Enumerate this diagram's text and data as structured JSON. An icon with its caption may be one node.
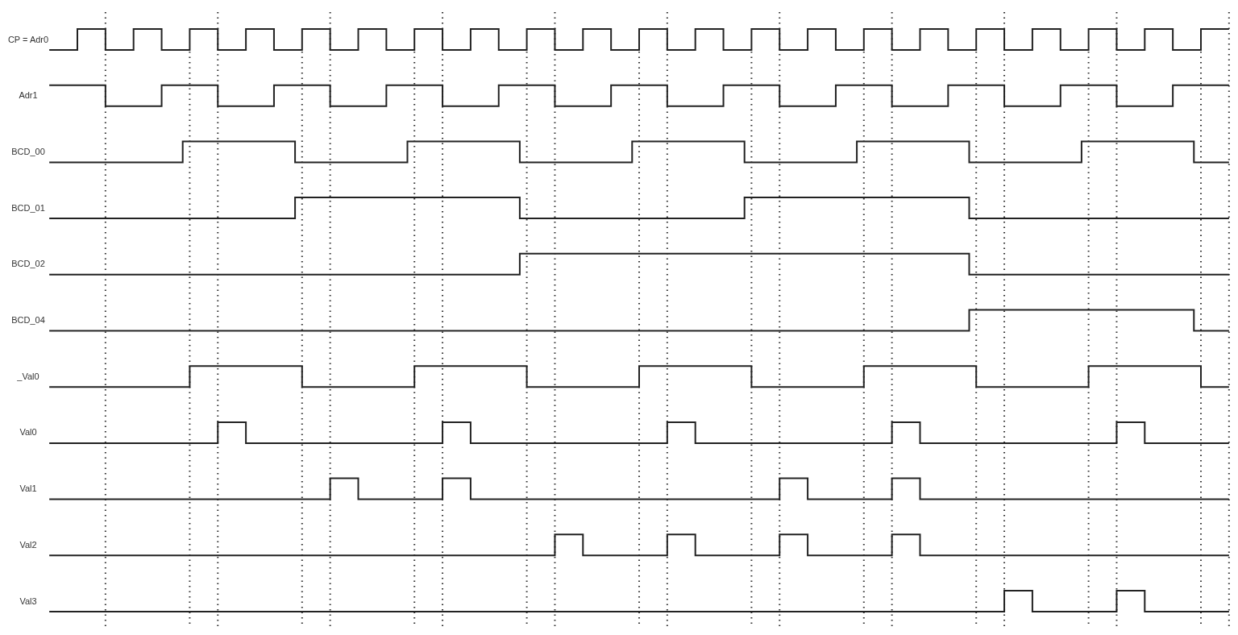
{
  "diagram": {
    "labels": [
      "CP = Adr0",
      "Adr1",
      "BCD_00",
      "BCD_01",
      "BCD_02",
      "BCD_04",
      "_Val0",
      "Val0",
      "Val1",
      "Val2",
      "Val3"
    ]
  }
}
